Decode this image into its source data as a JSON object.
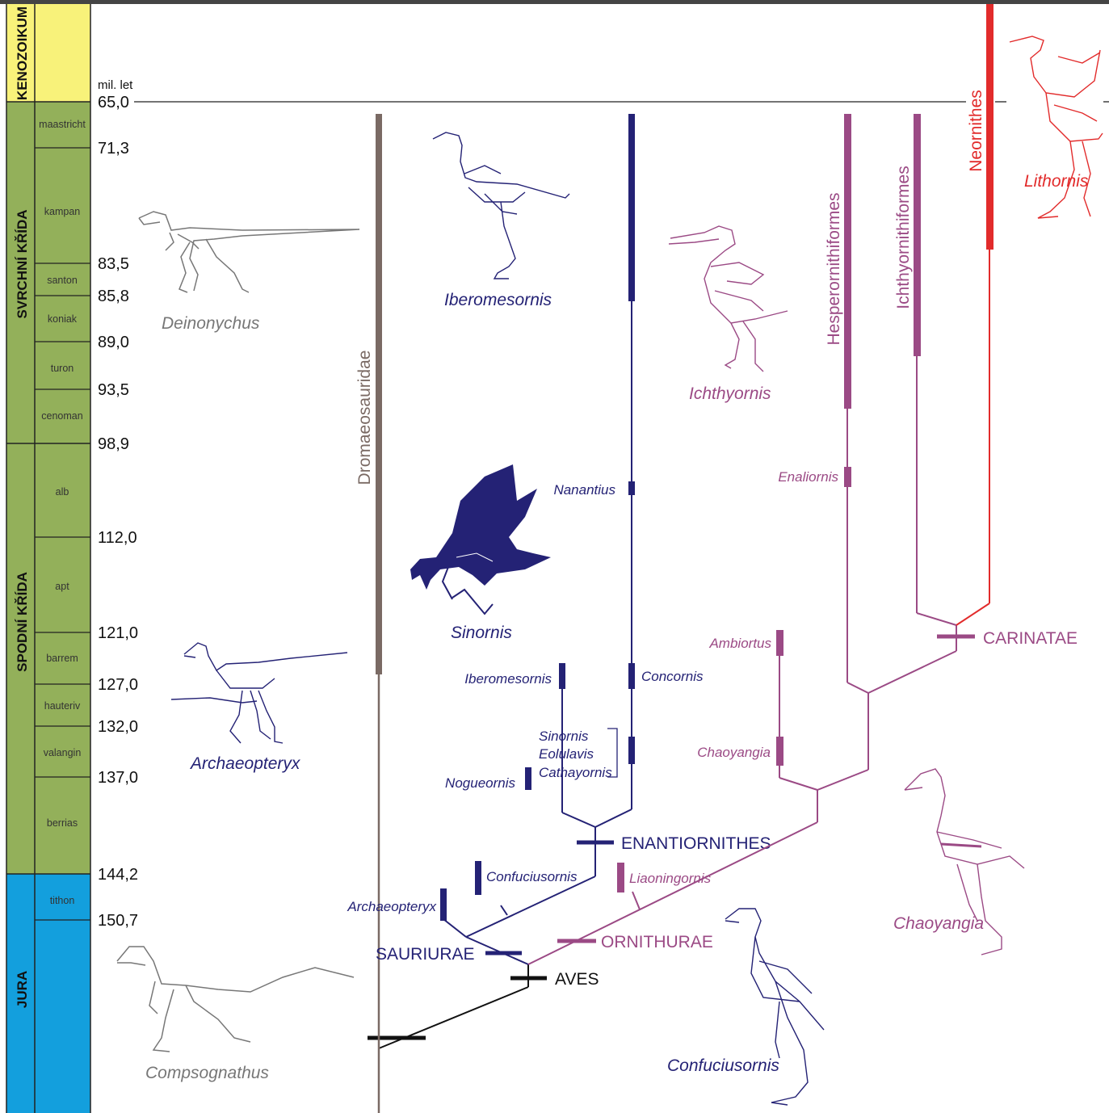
{
  "colors": {
    "kenozoikum": "#f8f27a",
    "kreda": "#93b05a",
    "jura": "#139fdd",
    "dromaeo": "#7a6a64",
    "enantio": "#242275",
    "ornithurae": "#9b4a85",
    "neornithes": "#e22b2b",
    "basal": "#111111"
  },
  "eras": {
    "kenozoikum": "KENOZOIKUM",
    "svrchni": "SVRCHNÍ KŘÍDA",
    "spodni": "SPODNÍ KŘÍDA",
    "jura": "JURA"
  },
  "stages": {
    "maastricht": "maastricht",
    "kampan": "kampan",
    "santon": "santon",
    "koniak": "koniak",
    "turon": "turon",
    "cenoman": "cenoman",
    "alb": "alb",
    "apt": "apt",
    "barrem": "barrem",
    "hauteriv": "hauteriv",
    "valangin": "valangin",
    "berrias": "berrias",
    "tithon": "tithon"
  },
  "ticks": {
    "unit": "mil. let",
    "t650": "65,0",
    "t713": "71,3",
    "t835": "83,5",
    "t858": "85,8",
    "t890": "89,0",
    "t935": "93,5",
    "t989": "98,9",
    "t1120": "112,0",
    "t1210": "121,0",
    "t1270": "127,0",
    "t1320": "132,0",
    "t1370": "137,0",
    "t1442": "144,2",
    "t1507": "150,7"
  },
  "clades": {
    "dromaeosauridae": "Dromaeosauridae",
    "neornithes": "Neornithes",
    "hesperornithiformes": "Hesperornithiformes",
    "ichthyornithiformes": "Ichthyornithiformes",
    "carinatae": "CARINATAE",
    "enantiornithes": "ENANTIORNITHES",
    "ornithurae": "ORNITHURAE",
    "sauriurae": "SAURIURAE",
    "aves": "AVES"
  },
  "taxa": {
    "nanantius": "Nanantius",
    "iberomesornis": "Iberomesornis",
    "concornis": "Concornis",
    "sinornis": "Sinornis",
    "eoulavis": "Eolulavis",
    "cathayornis": "Cathayornis",
    "nogueornis": "Nogueornis",
    "confuciusornis": "Confuciusornis",
    "archaeopteryx": "Archaeopteryx",
    "liaoningornis": "Liaoningornis",
    "enaliornis": "Enaliornis",
    "ambiortus": "Ambiortus",
    "chaoyangia": "Chaoyangia"
  },
  "illustrations": {
    "deinonychus": "Deinonychus",
    "iberomesornis": "Iberomesornis",
    "ichthyornis": "Ichthyornis",
    "lithornis": "Lithornis",
    "sinornis": "Sinornis",
    "archaeopteryx": "Archaeopteryx",
    "compsognathus": "Compsognathus",
    "confuciusornis": "Confuciusornis",
    "chaoyangia": "Chaoyangia"
  }
}
